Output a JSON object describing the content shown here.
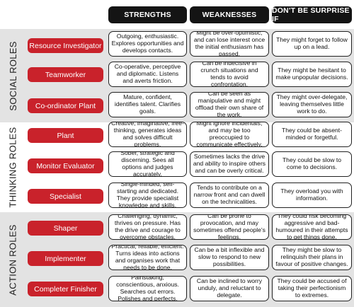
{
  "headers": [
    "STRENGTHS",
    "WEAKNESSES",
    "DON'T BE SURPRISE IF"
  ],
  "groups": {
    "social": "SOCIAL ROLES",
    "thinking": "THINKING ROLES",
    "action": "ACTION ROLES"
  },
  "colors": {
    "role_red": "#c9222b",
    "header_black": "#141414",
    "band_gray": "#e3e3e3"
  },
  "roles": [
    {
      "name": "Resource Investigator",
      "strengths": "Outgoing, enthusiastic. Explores opportunities and develops contacts.",
      "weaknesses": "Might be over-optimistic, and can lose interest once the initial enthusiasm has passed.",
      "surprise": "They might forget to follow up on a lead."
    },
    {
      "name": "Teamworker",
      "strengths": "Co-operative, perceptive and diplomatic. Listens and averts friction.",
      "weaknesses": "Can be indecisive in crunch situations and tends to avoid confrontation.",
      "surprise": "They might be hesitant to make unpopular decisions."
    },
    {
      "name": "Co-ordinator Plant",
      "strengths": "Mature, confident, identifies talent. Clarifies goals.",
      "weaknesses": "Can be seen as manipulative and might offload their own share of the work.",
      "surprise": "They might over-delegate, leaving themselves little work to do."
    },
    {
      "name": "Plant",
      "strengths": "Creative, imaginative, free-thinking, generates ideas and solves difficult problems.",
      "weaknesses": "Might ignore incidentals, and may be too preoccupied to communicate effectively.",
      "surprise": "They could be absent-minded or forgetful."
    },
    {
      "name": "Monitor Evaluator",
      "strengths": "Sober, strategic and discerning. Sees all options and judges accurately.",
      "weaknesses": "Sometimes lacks the drive and ability to inspire others and can be overly critical.",
      "surprise": "They could be slow to come to decisions."
    },
    {
      "name": "Specialist",
      "strengths": "Single-minded, self-starting and dedicated. They provide specialist knowledge and skills.",
      "weaknesses": "Tends to contribute on a narrow front and can dwell on the technicalities.",
      "surprise": "They overload you with information."
    },
    {
      "name": "Shaper",
      "strengths": "Challenging, dynamic, thrives on pressure. Has the drive and courage to overcome obstacles.",
      "weaknesses": "Can be prone to provocation, and may sometimes offend people's feelings.",
      "surprise": "They could risk becoming aggressive and bad-humoured in their attempts to get things done."
    },
    {
      "name": "Implementer",
      "strengths": "Practical, reliable, efficient. Turns ideas into actions and organises work that needs to be done.",
      "weaknesses": "Can be a bit inflexible and slow to respond to new possibilities.",
      "surprise": "They might be slow to relinquish their plans in favour of positive changes."
    },
    {
      "name": "Completer Finisher",
      "strengths": "Painstaking, conscientious, anxious. Searches out errors. Polishes and perfects.",
      "weaknesses": "Can be inclined to worry unduly, and reluctant to delegate.",
      "surprise": "They could be accused of taking their perfectionism to extremes."
    }
  ]
}
